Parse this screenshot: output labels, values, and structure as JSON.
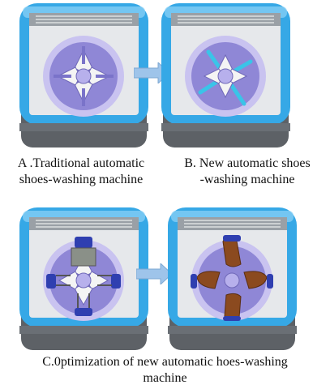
{
  "figure": {
    "captions": {
      "a_line1": "A .Traditional automatic",
      "a_line2": "shoes-washing  machine",
      "b_line1": "B. New automatic shoes",
      "b_line2": "-washing machine",
      "c_line1": "C.0ptimization of new automatic hoes-washing",
      "c_line2": "machine"
    },
    "panels": [
      {
        "id": "A",
        "variant": "traditional"
      },
      {
        "id": "B",
        "variant": "new"
      },
      {
        "id": "C1",
        "variant": "optimized-with-clamps"
      },
      {
        "id": "C2",
        "variant": "optimized-with-shoes"
      }
    ],
    "colors": {
      "body_blue": "#36a8e6",
      "body_blue_light": "#8fd3f7",
      "base_gray": "#5d6166",
      "drum_gray": "#d9dbdf",
      "impeller_purple": "#8f87d6",
      "impeller_light": "#c9c3f0",
      "arrow_fill": "#9ec4ea",
      "shoe_brown": "#8b4a1f",
      "clamp_blue": "#2f3fb0"
    }
  }
}
